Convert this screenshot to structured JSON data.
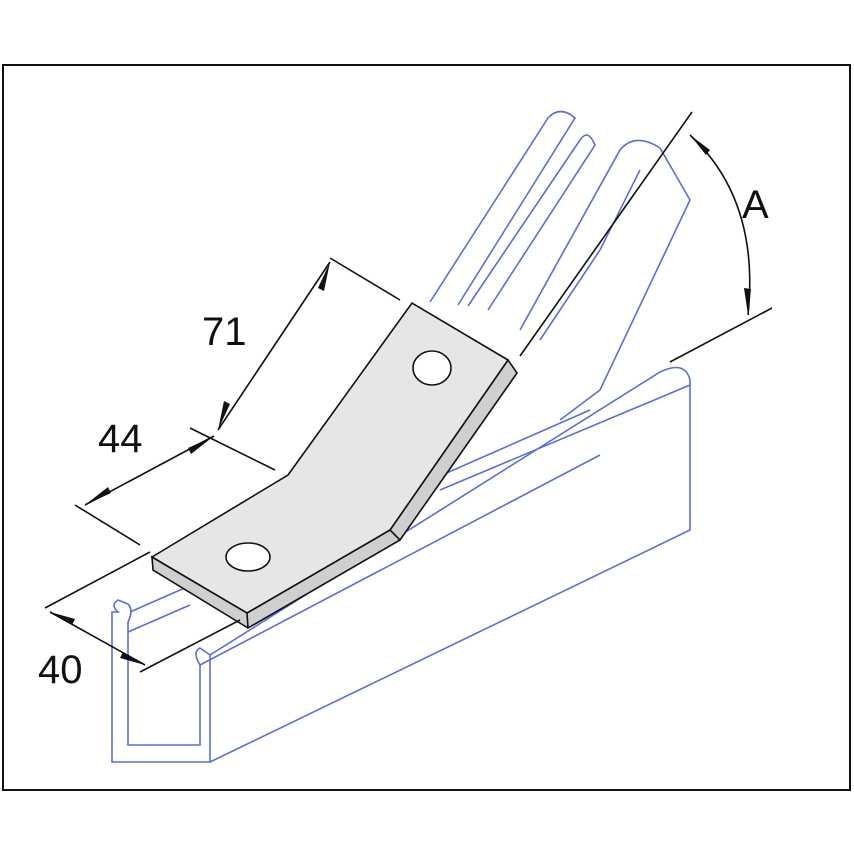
{
  "diagram": {
    "dimensions": [
      {
        "label": "71"
      },
      {
        "label": "44"
      },
      {
        "label": "40"
      },
      {
        "label": "A"
      }
    ],
    "colors": {
      "channel_outline": "#5b6ed8",
      "bracket_fill": "#e6e6e6",
      "bracket_edge": "#cfcfcf",
      "frame": "#111111"
    }
  }
}
